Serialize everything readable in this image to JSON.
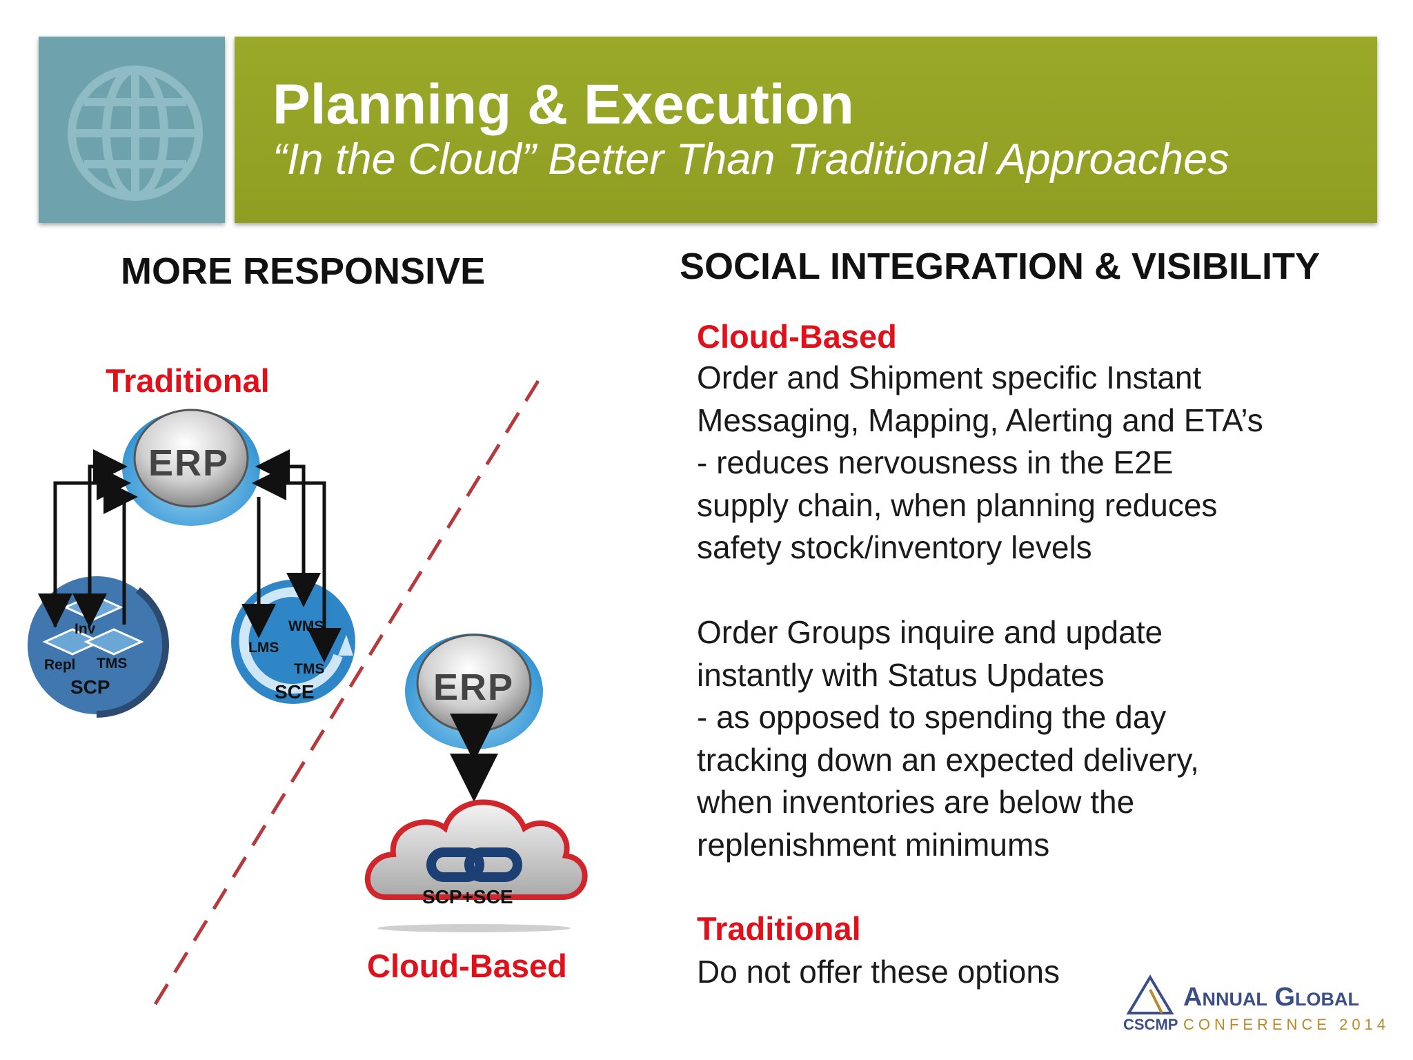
{
  "header": {
    "title": "Planning & Execution",
    "subtitle": "“In the Cloud” Better Than Traditional Approaches"
  },
  "left": {
    "heading": "MORE RESPONSIVE",
    "traditional_label": "Traditional",
    "erp_label": "ERP",
    "scp_label": "SCP",
    "scp_items": [
      "Inv",
      "Repl",
      "TMS"
    ],
    "sce_label": "SCE",
    "sce_items": [
      "WMS",
      "LMS",
      "TMS"
    ],
    "cloud_erp_label": "ERP",
    "cloud_label": "SCP+SCE",
    "cloud_based_label": "Cloud-Based"
  },
  "right": {
    "heading": "SOCIAL INTEGRATION & VISIBILITY",
    "cloud_based_label": "Cloud-Based",
    "paragraph1": [
      "Order and Shipment specific Instant",
      "Messaging, Mapping, Alerting and ETA’s",
      "- reduces nervousness in the E2E",
      "supply chain, when planning reduces",
      "safety stock/inventory levels"
    ],
    "paragraph2": [
      "Order Groups inquire and update",
      "instantly with Status Updates",
      "- as opposed to spending the day",
      "tracking down an expected delivery,",
      "when inventories are below the",
      "replenishment minimums"
    ],
    "traditional_label": "Traditional",
    "traditional_text": "Do not offer these options"
  },
  "logo": {
    "main": "Annual Global",
    "cscmp": "CSCMP",
    "sub": "CONFERENCE 2014"
  },
  "colors": {
    "header_green": "#9ba92a",
    "globe_teal": "#6ea3ad",
    "accent_red": "#e0111b",
    "blue": "#3a86c8"
  }
}
